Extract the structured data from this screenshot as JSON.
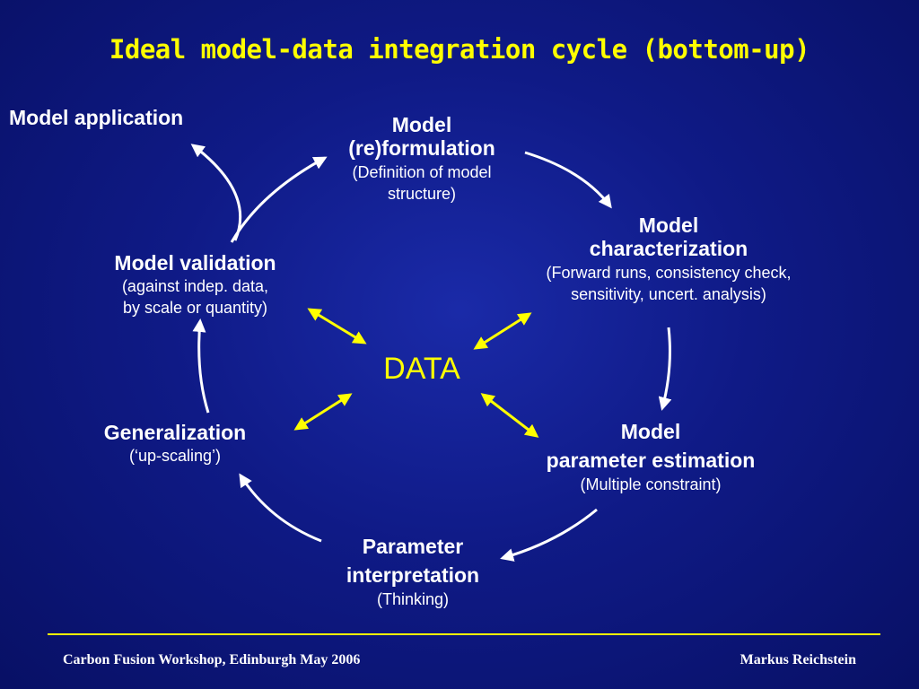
{
  "title": "Ideal model-data integration cycle (bottom-up)",
  "center_label": "DATA",
  "nodes": {
    "application": {
      "heading": "Model application"
    },
    "reformulation": {
      "heading_line1": "Model",
      "heading_line2": "(re)formulation",
      "sub_line1": "(Definition of model",
      "sub_line2": "structure)"
    },
    "characterization": {
      "heading_line1": "Model",
      "heading_line2": "characterization",
      "sub_line1": "(Forward runs, consistency check,",
      "sub_line2": "sensitivity, uncert. analysis)"
    },
    "validation": {
      "heading": "Model validation",
      "sub_line1": "(against indep. data,",
      "sub_line2": "by scale or quantity)"
    },
    "generalization": {
      "heading": "Generalization",
      "sub": "(‘up-scaling’)"
    },
    "parameter_estimation": {
      "heading_line1": "Model",
      "heading_line2": "parameter estimation",
      "sub": "(Multiple constraint)"
    },
    "interpretation": {
      "heading_line1": "Parameter",
      "heading_line2": "interpretation",
      "sub": "(Thinking)"
    }
  },
  "colors": {
    "background": "#0f1a86",
    "title": "#ffff00",
    "data_arrows": "#ffff00",
    "cycle_arrows": "#ffffff",
    "text": "#ffffff"
  },
  "footer": {
    "left": "Carbon Fusion Workshop, Edinburgh May 2006",
    "right": "Markus Reichstein"
  }
}
